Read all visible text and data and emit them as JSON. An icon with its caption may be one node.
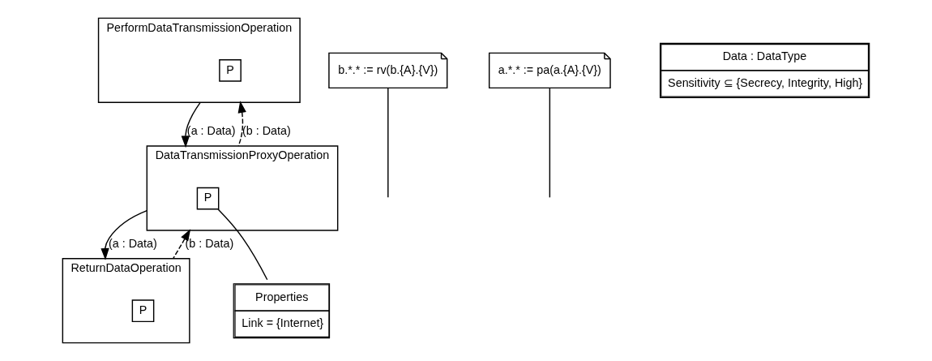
{
  "diagram": {
    "nodes": [
      {
        "text": [
          "PerformDataTransmissionOperation"
        ]
      },
      {
        "text": [
          "P"
        ],
        "in": 0
      },
      {
        "text": [
          "DataTransmissionProxyOperation"
        ]
      },
      {
        "text": [
          "P"
        ],
        "in": 2
      },
      {
        "text": [
          "ReturnDataOperation"
        ]
      },
      {
        "text": [
          "P"
        ],
        "in": 4
      },
      {
        "text": [
          "b.*.* := rv(b.{A}.{V})"
        ]
      },
      {
        "text": [
          "a.*.* := pa(a.{A}.{V})"
        ]
      },
      {
        "text": [
          "Properties",
          "Link = {Internet}"
        ]
      },
      {
        "text": [
          "Data : DataType",
          "Sensitivity ⊆ {Secrecy, Integrity, High}"
        ]
      }
    ],
    "edges": [
      {
        "from": 0,
        "to": 2,
        "arrow": "to",
        "label": "(a : Data)"
      },
      {
        "from": 2,
        "to": 0,
        "arrow": "to",
        "label": "(b : Data)",
        "style": "dashed"
      },
      {
        "from": 2,
        "to": 4,
        "arrow": "to",
        "label": "(a : Data)"
      },
      {
        "from": 4,
        "to": 2,
        "arrow": "to",
        "label": "(b : Data)",
        "style": "dashed"
      },
      {
        "from": 6,
        "to": null,
        "arrow": "none"
      },
      {
        "from": 7,
        "to": null,
        "arrow": "none"
      },
      {
        "from": 3,
        "to": 8,
        "arrow": "none"
      }
    ]
  }
}
